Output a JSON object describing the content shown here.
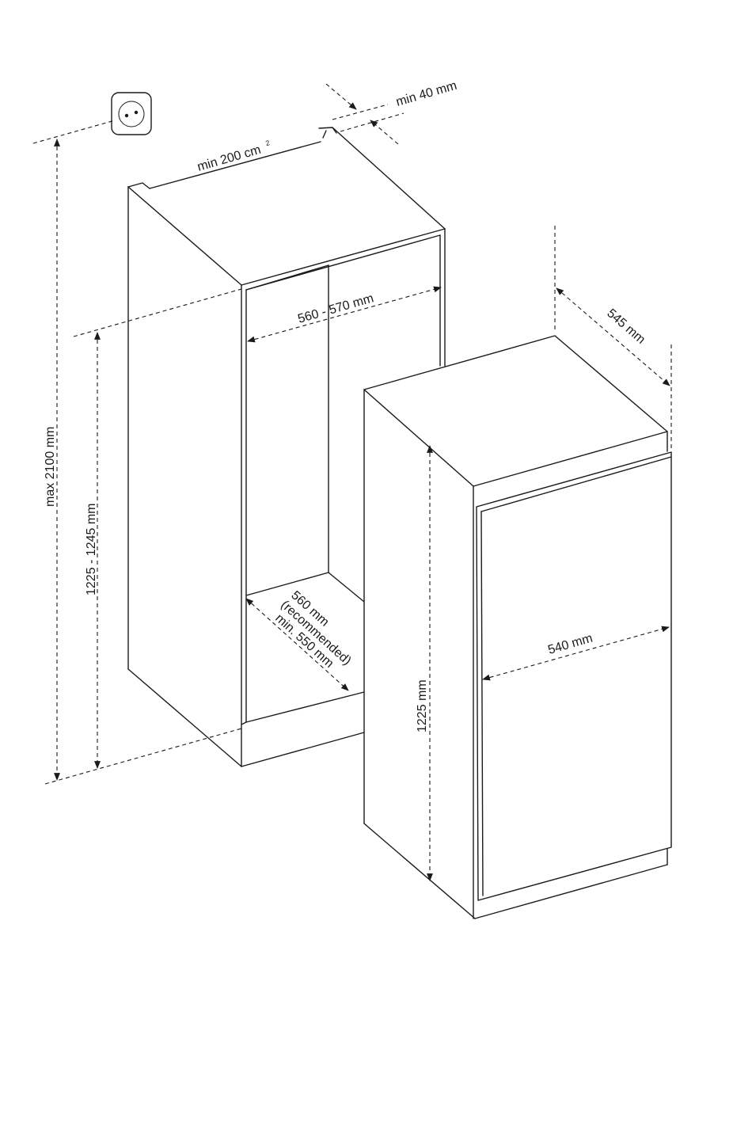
{
  "dimensions": {
    "ventilation_gap": "min 40 mm",
    "ventilation_area": "min 200 cm",
    "ventilation_area_sup": "2",
    "niche_width": "560 - 570 mm",
    "niche_height_max": "max 2100 mm",
    "niche_height_range": "1225 - 1245 mm",
    "niche_depth_line1": "560 mm",
    "niche_depth_line2": "(recommended)",
    "niche_depth_line3": "min. 550 mm",
    "appliance_depth": "545 mm",
    "appliance_width": "540 mm",
    "appliance_height": "1225 mm"
  },
  "icons": [
    "power-socket-icon"
  ],
  "colors": {
    "line": "#1a1a1a",
    "background": "#ffffff"
  }
}
